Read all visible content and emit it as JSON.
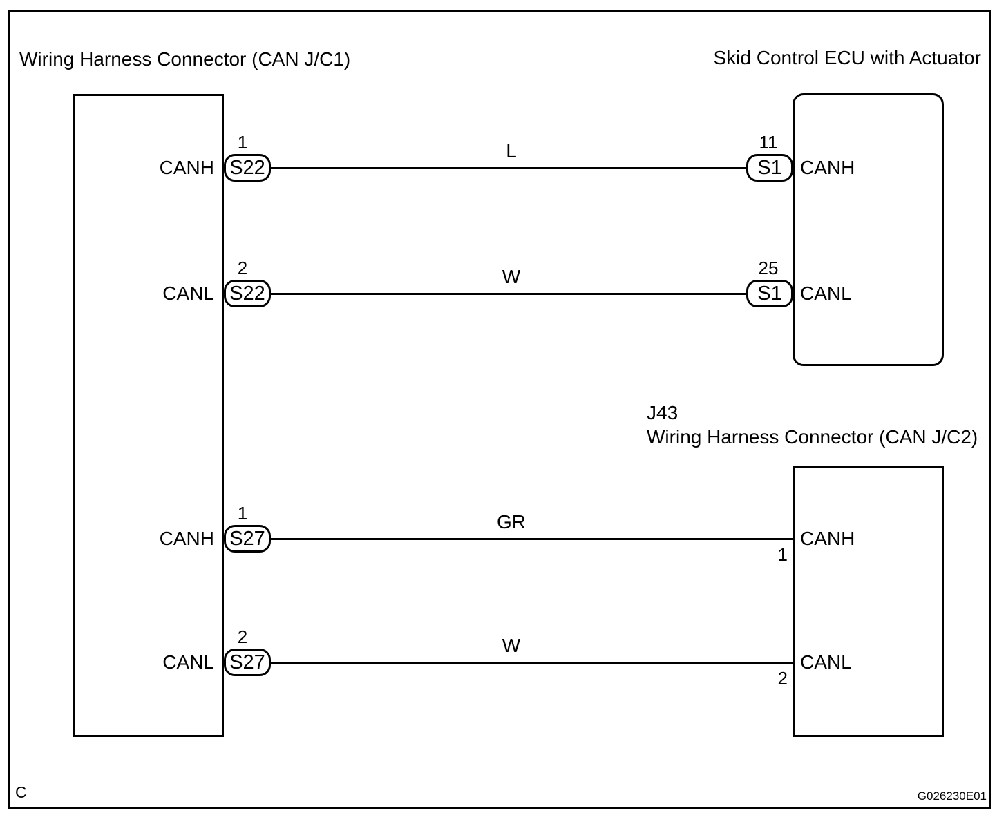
{
  "diagram": {
    "background_color": "#ffffff",
    "line_color": "#000000",
    "left_connector_title": "Wiring Harness Connector (CAN J/C1)",
    "ecu_title": "Skid Control ECU with Actuator",
    "jc2_label_line1": "J43",
    "jc2_label_line2": "Wiring Harness Connector (CAN J/C2)",
    "footer_mark": "C",
    "doc_code": "G026230E01",
    "wires": [
      {
        "left_signal": "CANH",
        "left_pin": "1",
        "left_terminal": "S22",
        "wire_color_code": "L",
        "right_pin": "11",
        "right_terminal": "S1",
        "right_signal": "CANH"
      },
      {
        "left_signal": "CANL",
        "left_pin": "2",
        "left_terminal": "S22",
        "wire_color_code": "W",
        "right_pin": "25",
        "right_terminal": "S1",
        "right_signal": "CANL"
      },
      {
        "left_signal": "CANH",
        "left_pin": "1",
        "left_terminal": "S27",
        "wire_color_code": "GR",
        "right_pin": "1",
        "right_signal": "CANH"
      },
      {
        "left_signal": "CANL",
        "left_pin": "2",
        "left_terminal": "S27",
        "wire_color_code": "W",
        "right_pin": "2",
        "right_signal": "CANL"
      }
    ]
  }
}
